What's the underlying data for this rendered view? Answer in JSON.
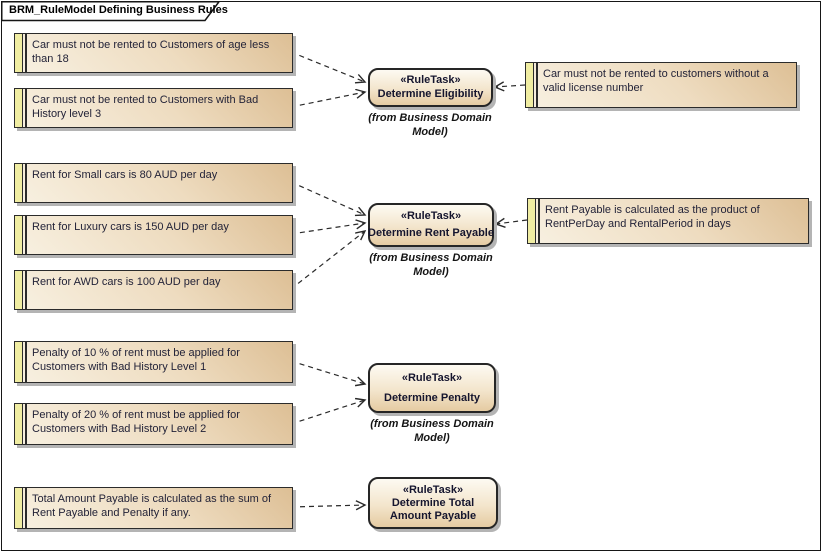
{
  "diagram": {
    "title": "BRM_RuleModel Defining Business Rules"
  },
  "colors": {
    "note_gradient_light": "#f8f1e2",
    "note_gradient_dark": "#ddbf95",
    "note_strip_yellow": "#f0eda2",
    "task_gradient_light": "#fdfaf2",
    "task_gradient_dark": "#e5cba2",
    "shadow_gray": "#b4b4b4",
    "connector_line": "#2a2a2a",
    "text_dark": "#232338"
  },
  "notes_left": [
    {
      "text": "Car must not be rented to Customers of age less than 18"
    },
    {
      "text": "Car must not be rented to Customers with Bad History level 3"
    },
    {
      "text": "Rent for Small cars is 80 AUD per day"
    },
    {
      "text": "Rent for Luxury cars is 150 AUD per day"
    },
    {
      "text": "Rent for AWD cars is 100 AUD per day"
    },
    {
      "text": "Penalty of 10 % of rent must be applied for Customers with Bad History Level 1"
    },
    {
      "text": "Penalty of 20 % of rent must be applied for Customers with Bad History Level 2"
    },
    {
      "text": "Total Amount Payable is calculated as the sum of Rent Payable and Penalty if any."
    }
  ],
  "notes_right": [
    {
      "text": "Car must not be rented to customers without a valid license number"
    },
    {
      "text": "Rent Payable is calculated as the product of RentPerDay and RentalPeriod in days"
    }
  ],
  "tasks": [
    {
      "stereotype": "«RuleTask»",
      "name": "Determine Eligibility",
      "from": "(from Business Domain Model)"
    },
    {
      "stereotype": "«RuleTask»",
      "name": "Determine Rent Payable",
      "from": "(from Business Domain Model)"
    },
    {
      "stereotype": "«RuleTask»",
      "name": "Determine Penalty",
      "from": "(from Business Domain Model)"
    },
    {
      "stereotype": "«RuleTask»",
      "name": "Determine Total Amount Payable",
      "from": ""
    }
  ]
}
